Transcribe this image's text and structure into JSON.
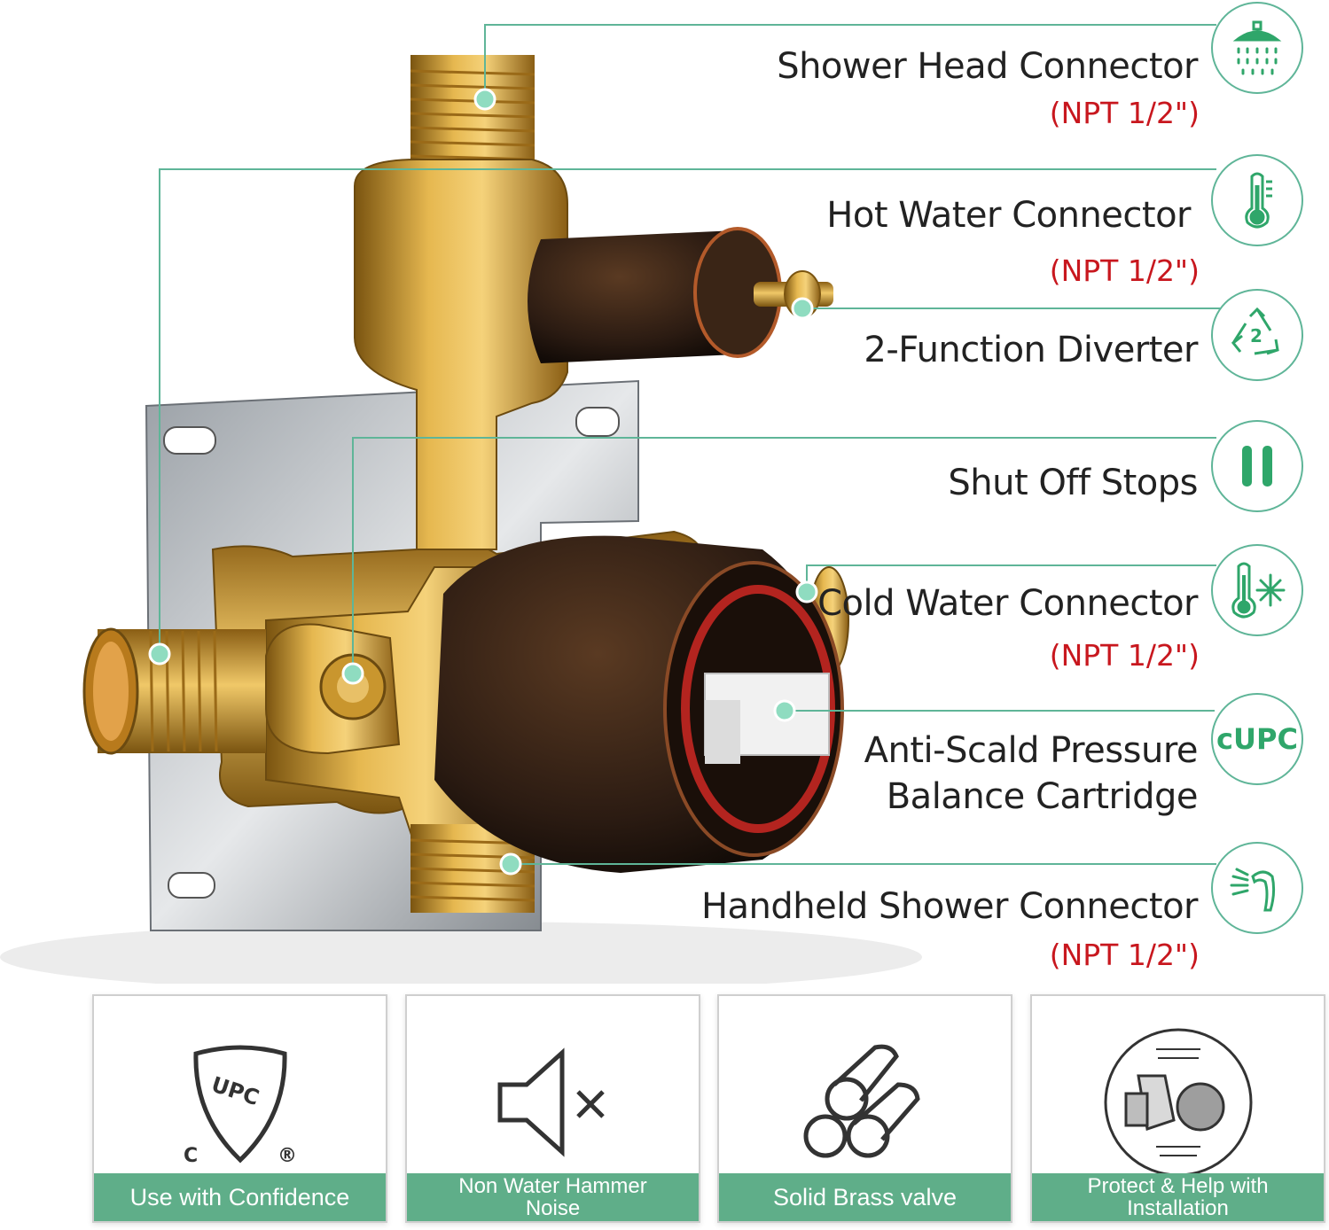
{
  "colors": {
    "accent": "#5fae89",
    "leader_line": "#5fb598",
    "spec_red": "#c8171e",
    "brass": "#c9962e",
    "bronze": "#2b1b12"
  },
  "callouts": [
    {
      "title": "Shower Head Connector",
      "spec": "(NPT 1/2\")",
      "icon": "shower-head-icon"
    },
    {
      "title": "Hot Water Connector",
      "spec": "(NPT 1/2\")",
      "icon": "thermometer-icon"
    },
    {
      "title": "2-Function Diverter",
      "spec": "",
      "icon": "recycle-2-icon"
    },
    {
      "title": "Shut Off Stops",
      "spec": "",
      "icon": "pause-icon"
    },
    {
      "title": "Cold Water Connector",
      "spec": "(NPT 1/2\")",
      "icon": "cold-thermometer-icon"
    },
    {
      "title": "Anti-Scald Pressure",
      "title_line2": "Balance Cartridge",
      "spec": "",
      "icon": "cupc-badge",
      "badge_text": "cUPC"
    },
    {
      "title": "Handheld Shower Connector",
      "spec": "(NPT 1/2\")",
      "icon": "handheld-shower-icon"
    }
  ],
  "features": [
    {
      "label": "Use with Confidence",
      "icon": "upc-shield-icon",
      "icon_text_top": "UPC",
      "icon_text_left": "C",
      "icon_text_right": "®"
    },
    {
      "label_line1": "Non Water Hammer",
      "label_line2": "Noise",
      "icon": "speaker-muted-icon"
    },
    {
      "label": "Solid Brass valve",
      "icon": "brass-rods-icon"
    },
    {
      "label_line1": "Protect & Help with",
      "label_line2": "Installation",
      "icon": "plaster-guard-icon"
    }
  ]
}
